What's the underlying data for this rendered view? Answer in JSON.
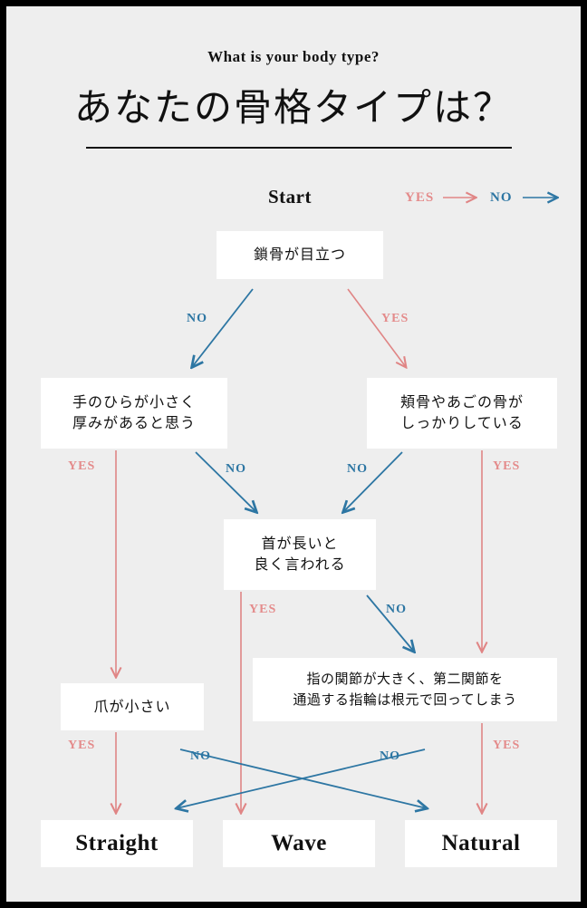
{
  "header": {
    "subtitle_en": "What is your body type?",
    "title_jp": "あなたの骨格タイプは？"
  },
  "legend": {
    "start_label": "Start",
    "yes_label": "YES",
    "no_label": "NO",
    "yes_color": "#e48b8b",
    "no_color": "#2d76a3"
  },
  "colors": {
    "background": "#eeeeee",
    "border": "#000000",
    "box_fill": "#ffffff",
    "text": "#111111",
    "yes": "#e48b8b",
    "no": "#2d76a3"
  },
  "chart_data": {
    "type": "diagram",
    "title": "あなたの骨格タイプは？",
    "nodes": [
      {
        "id": "q1",
        "kind": "question",
        "text": "鎖骨が目立つ",
        "lines": [
          "鎖骨が目立つ"
        ]
      },
      {
        "id": "q2",
        "kind": "question",
        "text": "手のひらが小さく厚みがあると思う",
        "lines": [
          "手のひらが小さく",
          "厚みがあると思う"
        ]
      },
      {
        "id": "q3",
        "kind": "question",
        "text": "頬骨やあごの骨がしっかりしている",
        "lines": [
          "頬骨やあごの骨が",
          "しっかりしている"
        ]
      },
      {
        "id": "q4",
        "kind": "question",
        "text": "首が長いと良く言われる",
        "lines": [
          "首が長いと",
          "良く言われる"
        ]
      },
      {
        "id": "q5",
        "kind": "question",
        "text": "爪が小さい",
        "lines": [
          "爪が小さい"
        ]
      },
      {
        "id": "q6",
        "kind": "question",
        "text": "指の関節が大きく、第二関節を通過する指輪は根元で回ってしまう",
        "lines": [
          "指の関節が大きく、第二関節を",
          "通過する指輪は根元で回ってしまう"
        ]
      },
      {
        "id": "r1",
        "kind": "result",
        "text": "Straight"
      },
      {
        "id": "r2",
        "kind": "result",
        "text": "Wave"
      },
      {
        "id": "r3",
        "kind": "result",
        "text": "Natural"
      }
    ],
    "edges": [
      {
        "from": "q1",
        "to": "q2",
        "label": "NO",
        "type": "no"
      },
      {
        "from": "q1",
        "to": "q3",
        "label": "YES",
        "type": "yes"
      },
      {
        "from": "q2",
        "to": "q5",
        "label": "YES",
        "type": "yes"
      },
      {
        "from": "q2",
        "to": "q4",
        "label": "NO",
        "type": "no"
      },
      {
        "from": "q3",
        "to": "q4",
        "label": "NO",
        "type": "no"
      },
      {
        "from": "q3",
        "to": "q6",
        "label": "YES",
        "type": "yes"
      },
      {
        "from": "q4",
        "to": "r2",
        "label": "YES",
        "type": "yes"
      },
      {
        "from": "q4",
        "to": "q6",
        "label": "NO",
        "type": "no"
      },
      {
        "from": "q5",
        "to": "r1",
        "label": "YES",
        "type": "yes"
      },
      {
        "from": "q5",
        "to": "r3",
        "label": "NO",
        "type": "no"
      },
      {
        "from": "q6",
        "to": "r1",
        "label": "NO",
        "type": "no"
      },
      {
        "from": "q6",
        "to": "r3",
        "label": "YES",
        "type": "yes"
      }
    ]
  },
  "nodes": {
    "q1": {
      "line1": "鎖骨が目立つ",
      "line2": ""
    },
    "q2": {
      "line1": "手のひらが小さく",
      "line2": "厚みがあると思う"
    },
    "q3": {
      "line1": "頬骨やあごの骨が",
      "line2": "しっかりしている"
    },
    "q4": {
      "line1": "首が長いと",
      "line2": "良く言われる"
    },
    "q5": {
      "line1": "爪が小さい",
      "line2": ""
    },
    "q6": {
      "line1": "指の関節が大きく、第二関節を",
      "line2": "通過する指輪は根元で回ってしまう"
    },
    "r1": {
      "label": "Straight"
    },
    "r2": {
      "label": "Wave"
    },
    "r3": {
      "label": "Natural"
    }
  },
  "edge_labels": {
    "q1_no": "NO",
    "q1_yes": "YES",
    "q2_yes": "YES",
    "q2_no": "NO",
    "q3_no": "NO",
    "q3_yes": "YES",
    "q4_yes": "YES",
    "q4_no": "NO",
    "q5_yes": "YES",
    "q5_no": "NO",
    "q6_no": "NO",
    "q6_yes": "YES"
  }
}
